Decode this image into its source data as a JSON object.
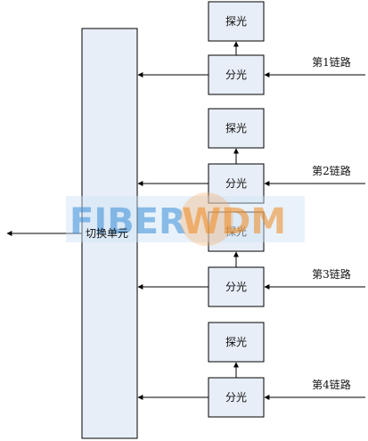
{
  "switch_unit": {
    "label": "切换单元"
  },
  "links": [
    {
      "label": "第1链路",
      "split_label": "分光",
      "probe_label": "探光"
    },
    {
      "label": "第2链路",
      "split_label": "分光",
      "probe_label": "探光"
    },
    {
      "label": "第3链路",
      "split_label": "分光",
      "probe_label": "探光"
    },
    {
      "label": "第4链路",
      "split_label": "分光",
      "probe_label": "探光"
    }
  ],
  "watermark": {
    "text_left": "FIBER",
    "text_right": "WDM"
  },
  "colors": {
    "switch_fill": "#e8eef8",
    "box_fill": "#e8eef8",
    "line": "#000000",
    "watermark_blue": "#3a8fd8",
    "watermark_orange": "#f08a1e"
  }
}
